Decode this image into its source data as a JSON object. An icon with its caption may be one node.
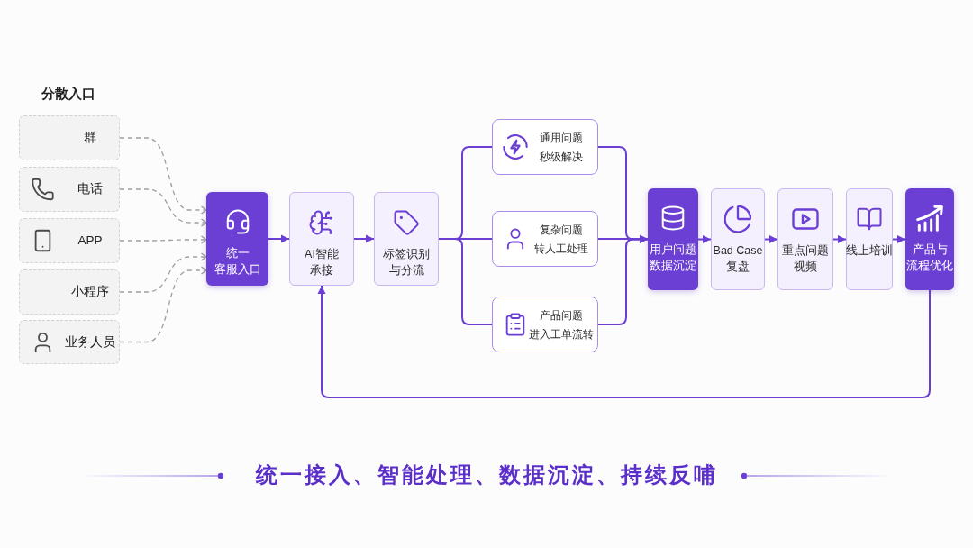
{
  "diagram": {
    "caption": "统一接入、智能处理、数据沉淀、持续反哺",
    "nodes": [
      {
        "text": [
          "群"
        ]
      },
      {
        "text": [
          "电话"
        ]
      },
      {
        "text": [
          "APP"
        ]
      },
      {
        "text": [
          "小程序"
        ]
      },
      {
        "text": [
          "业务人员"
        ]
      },
      {
        "text": [
          "统一客服入口"
        ]
      },
      {
        "text": [
          "AI智能承接"
        ]
      },
      {
        "text": [
          "标签识别与分流"
        ]
      },
      {
        "text": [
          "通用问题",
          "秒级解决"
        ]
      },
      {
        "text": [
          "复杂问题",
          "转人工处理"
        ]
      },
      {
        "text": [
          "产品问题",
          "进入工单流转"
        ]
      },
      {
        "text": [
          "用户问题数据沉淀"
        ]
      },
      {
        "text": [
          "Bad Case复盘"
        ]
      },
      {
        "text": [
          "重点问题视频"
        ]
      },
      {
        "text": [
          "线上培训"
        ]
      },
      {
        "text": [
          "产品与流程优化"
        ]
      }
    ],
    "edges": [
      {
        "from": 0,
        "to": 5,
        "arrow": "to",
        "style": "dashed",
        "color": "#9e9e9e"
      },
      {
        "from": 1,
        "to": 5,
        "arrow": "to",
        "style": "dashed",
        "color": "#9e9e9e"
      },
      {
        "from": 2,
        "to": 5,
        "arrow": "to",
        "style": "dashed",
        "color": "#9e9e9e"
      },
      {
        "from": 3,
        "to": 5,
        "arrow": "to",
        "style": "dashed",
        "color": "#9e9e9e"
      },
      {
        "from": 4,
        "to": 5,
        "arrow": "to",
        "style": "dashed",
        "color": "#9e9e9e"
      },
      {
        "from": 5,
        "to": 6,
        "arrow": "to"
      },
      {
        "from": 6,
        "to": 7,
        "arrow": "to"
      },
      {
        "from": 7,
        "to": 8,
        "arrow": "none"
      },
      {
        "from": 7,
        "to": 9,
        "arrow": "none"
      },
      {
        "from": 7,
        "to": 10,
        "arrow": "none"
      },
      {
        "from": 8,
        "to": 11,
        "arrow": "to"
      },
      {
        "from": 9,
        "to": 11,
        "arrow": "to"
      },
      {
        "from": 10,
        "to": 11,
        "arrow": "to"
      },
      {
        "from": 11,
        "to": 12,
        "arrow": "to"
      },
      {
        "from": 12,
        "to": 13,
        "arrow": "to"
      },
      {
        "from": 13,
        "to": 14,
        "arrow": "to"
      },
      {
        "from": 14,
        "to": 15,
        "arrow": "to"
      },
      {
        "from": 15,
        "to": 6,
        "arrow": "to"
      }
    ],
    "labels": [
      "分散入口"
    ]
  }
}
